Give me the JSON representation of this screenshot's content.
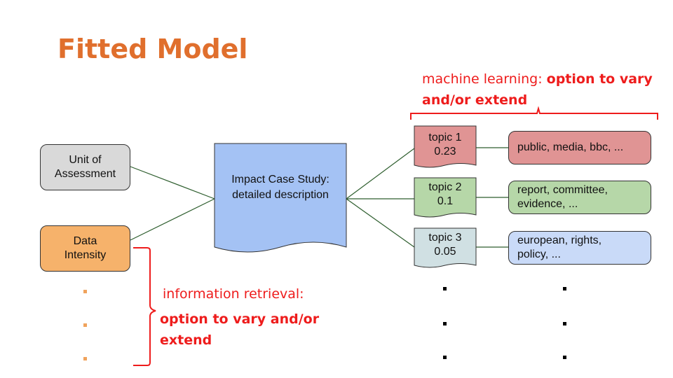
{
  "title": "Fitted Model",
  "inputs": [
    {
      "label": "Unit of Assessment",
      "color": "#d9d9d9"
    },
    {
      "label": "Data Intensity",
      "color": "#f6b26b"
    }
  ],
  "document": {
    "label_line1": "Impact Case Study:",
    "label_line2": "detailed description",
    "color": "#a4c2f4"
  },
  "topics": [
    {
      "name": "topic 1",
      "weight": "0.23",
      "keywords": "public, media, bbc, ...",
      "color": "#e09494",
      "keyword_color": "#e09494"
    },
    {
      "name": "topic 2",
      "weight": "0.1",
      "keywords_line1": "report, committee,",
      "keywords_line2": "evidence, ...",
      "color": "#b6d7a8",
      "keyword_color": "#b6d7a8"
    },
    {
      "name": "topic 3",
      "weight": "0.05",
      "keywords_line1": "european, rights,",
      "keywords_line2": "policy, ...",
      "color": "#d0e0e3",
      "keyword_color": "#c9daf8"
    }
  ],
  "annotations": {
    "ml_prefix": "machine learning: ",
    "ml_bold_1": "option to vary",
    "ml_bold_2": "and/or extend",
    "ir_prefix": "information retrieval:",
    "ir_bold_1": "option to vary and/or",
    "ir_bold_2": "extend",
    "accent_color": "#ee1c1c"
  }
}
